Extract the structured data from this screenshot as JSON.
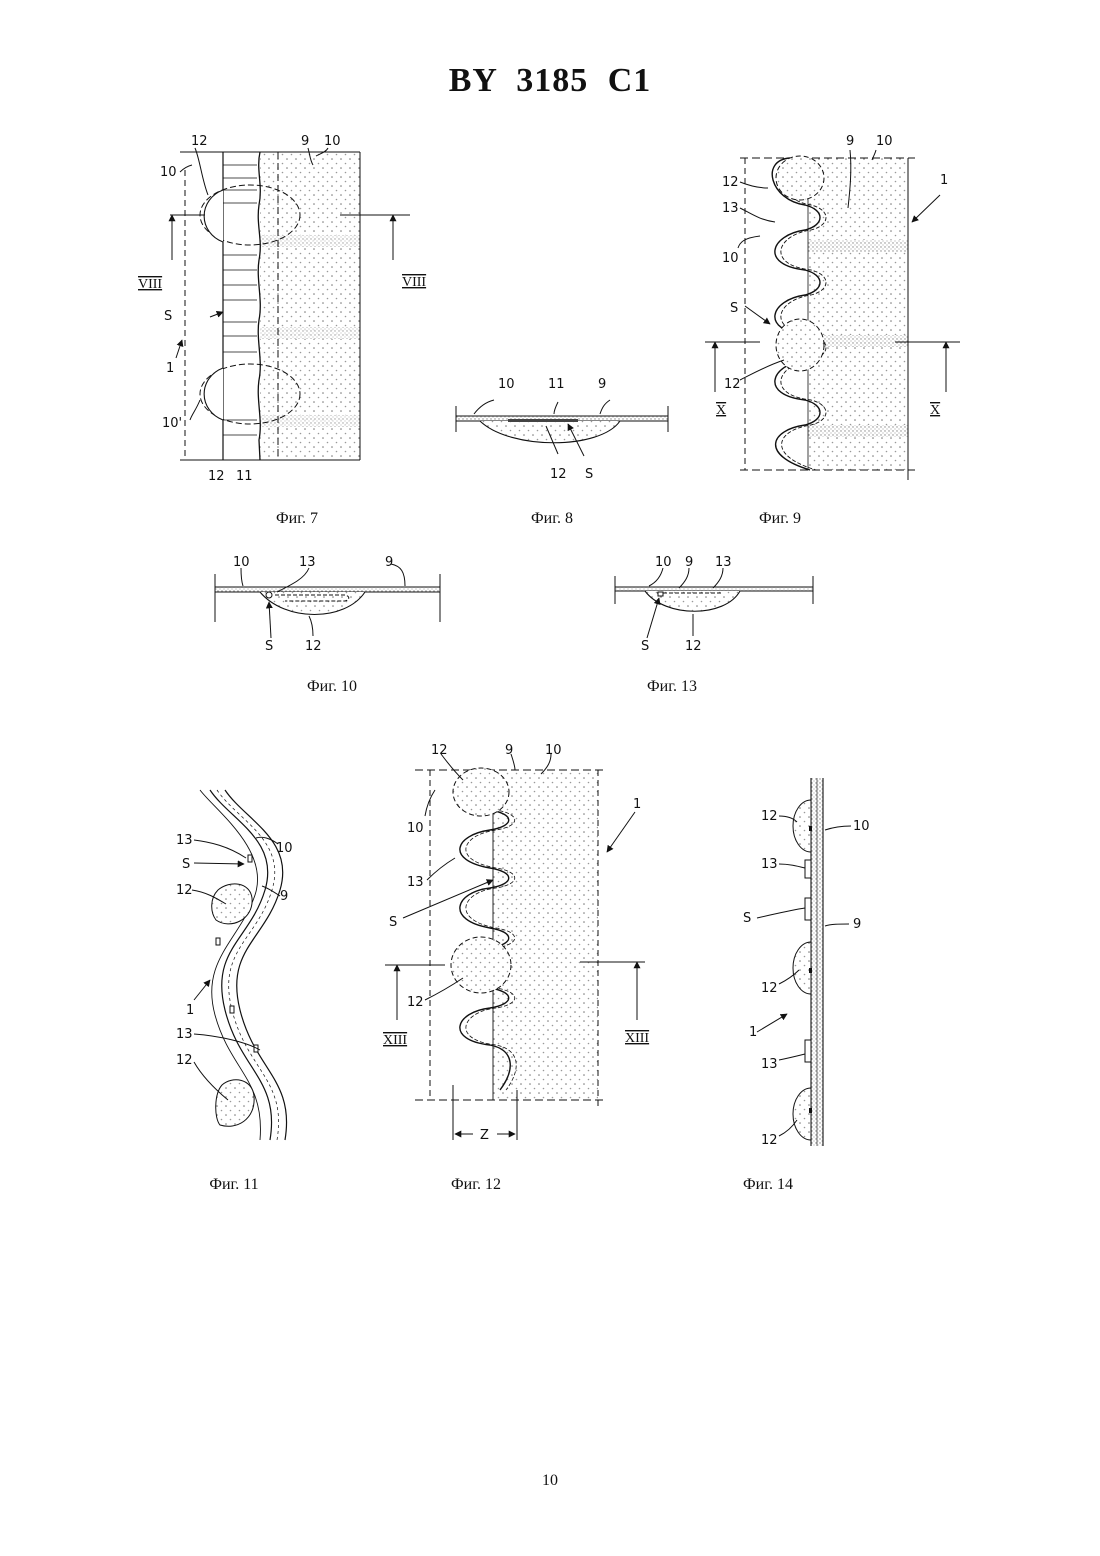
{
  "header": {
    "title": "BY  3185  C1"
  },
  "figures": {
    "fig7": {
      "caption": "Фиг. 7",
      "labels": {
        "l12a": "12",
        "l9": "9",
        "l10a": "10",
        "l10b": "10",
        "lVIIIa": "VIII",
        "lVIIIb": "VIII",
        "lS": "S",
        "l1": "1",
        "l10c": "10'",
        "l12b": "12",
        "l11": "11"
      }
    },
    "fig8": {
      "caption": "Фиг. 8",
      "labels": {
        "l10": "10",
        "l11": "11",
        "l9": "9",
        "l12": "12",
        "lS": "S"
      }
    },
    "fig9": {
      "caption": "Фиг. 9",
      "labels": {
        "l9": "9",
        "l10a": "10",
        "l12a": "12",
        "l1": "1",
        "l13": "13",
        "l10b": "10",
        "lS": "S",
        "l12b": "12",
        "lXa": "X",
        "lXb": "X"
      }
    },
    "fig10": {
      "caption": "Фиг. 10",
      "labels": {
        "l10": "10",
        "l13": "13",
        "l9": "9",
        "lS": "S",
        "l12": "12"
      }
    },
    "fig13": {
      "caption": "Фиг. 13",
      "labels": {
        "l10": "10",
        "l9": "9",
        "l13": "13",
        "lS": "S",
        "l12": "12"
      }
    },
    "fig11": {
      "caption": "Фиг. 11",
      "labels": {
        "l13a": "13",
        "l10": "10",
        "lS": "S",
        "l12a": "12",
        "l9": "9",
        "l1": "1",
        "l13b": "13",
        "l12b": "12"
      }
    },
    "fig12": {
      "caption": "Фиг. 12",
      "labels": {
        "l12a": "12",
        "l9": "9",
        "l10a": "10",
        "l10b": "10",
        "l1": "1",
        "l13": "13",
        "lS": "S",
        "l12b": "12",
        "lXIIIa": "XIII",
        "lXIIIb": "XIII",
        "lZ": "Z"
      }
    },
    "fig14": {
      "caption": "Фиг. 14",
      "labels": {
        "l12a": "12",
        "l10": "10",
        "l13a": "13",
        "lS": "S",
        "l9": "9",
        "l12b": "12",
        "l1": "1",
        "l13b": "13",
        "l12c": "12"
      }
    }
  },
  "footer": {
    "page_number": "10"
  }
}
